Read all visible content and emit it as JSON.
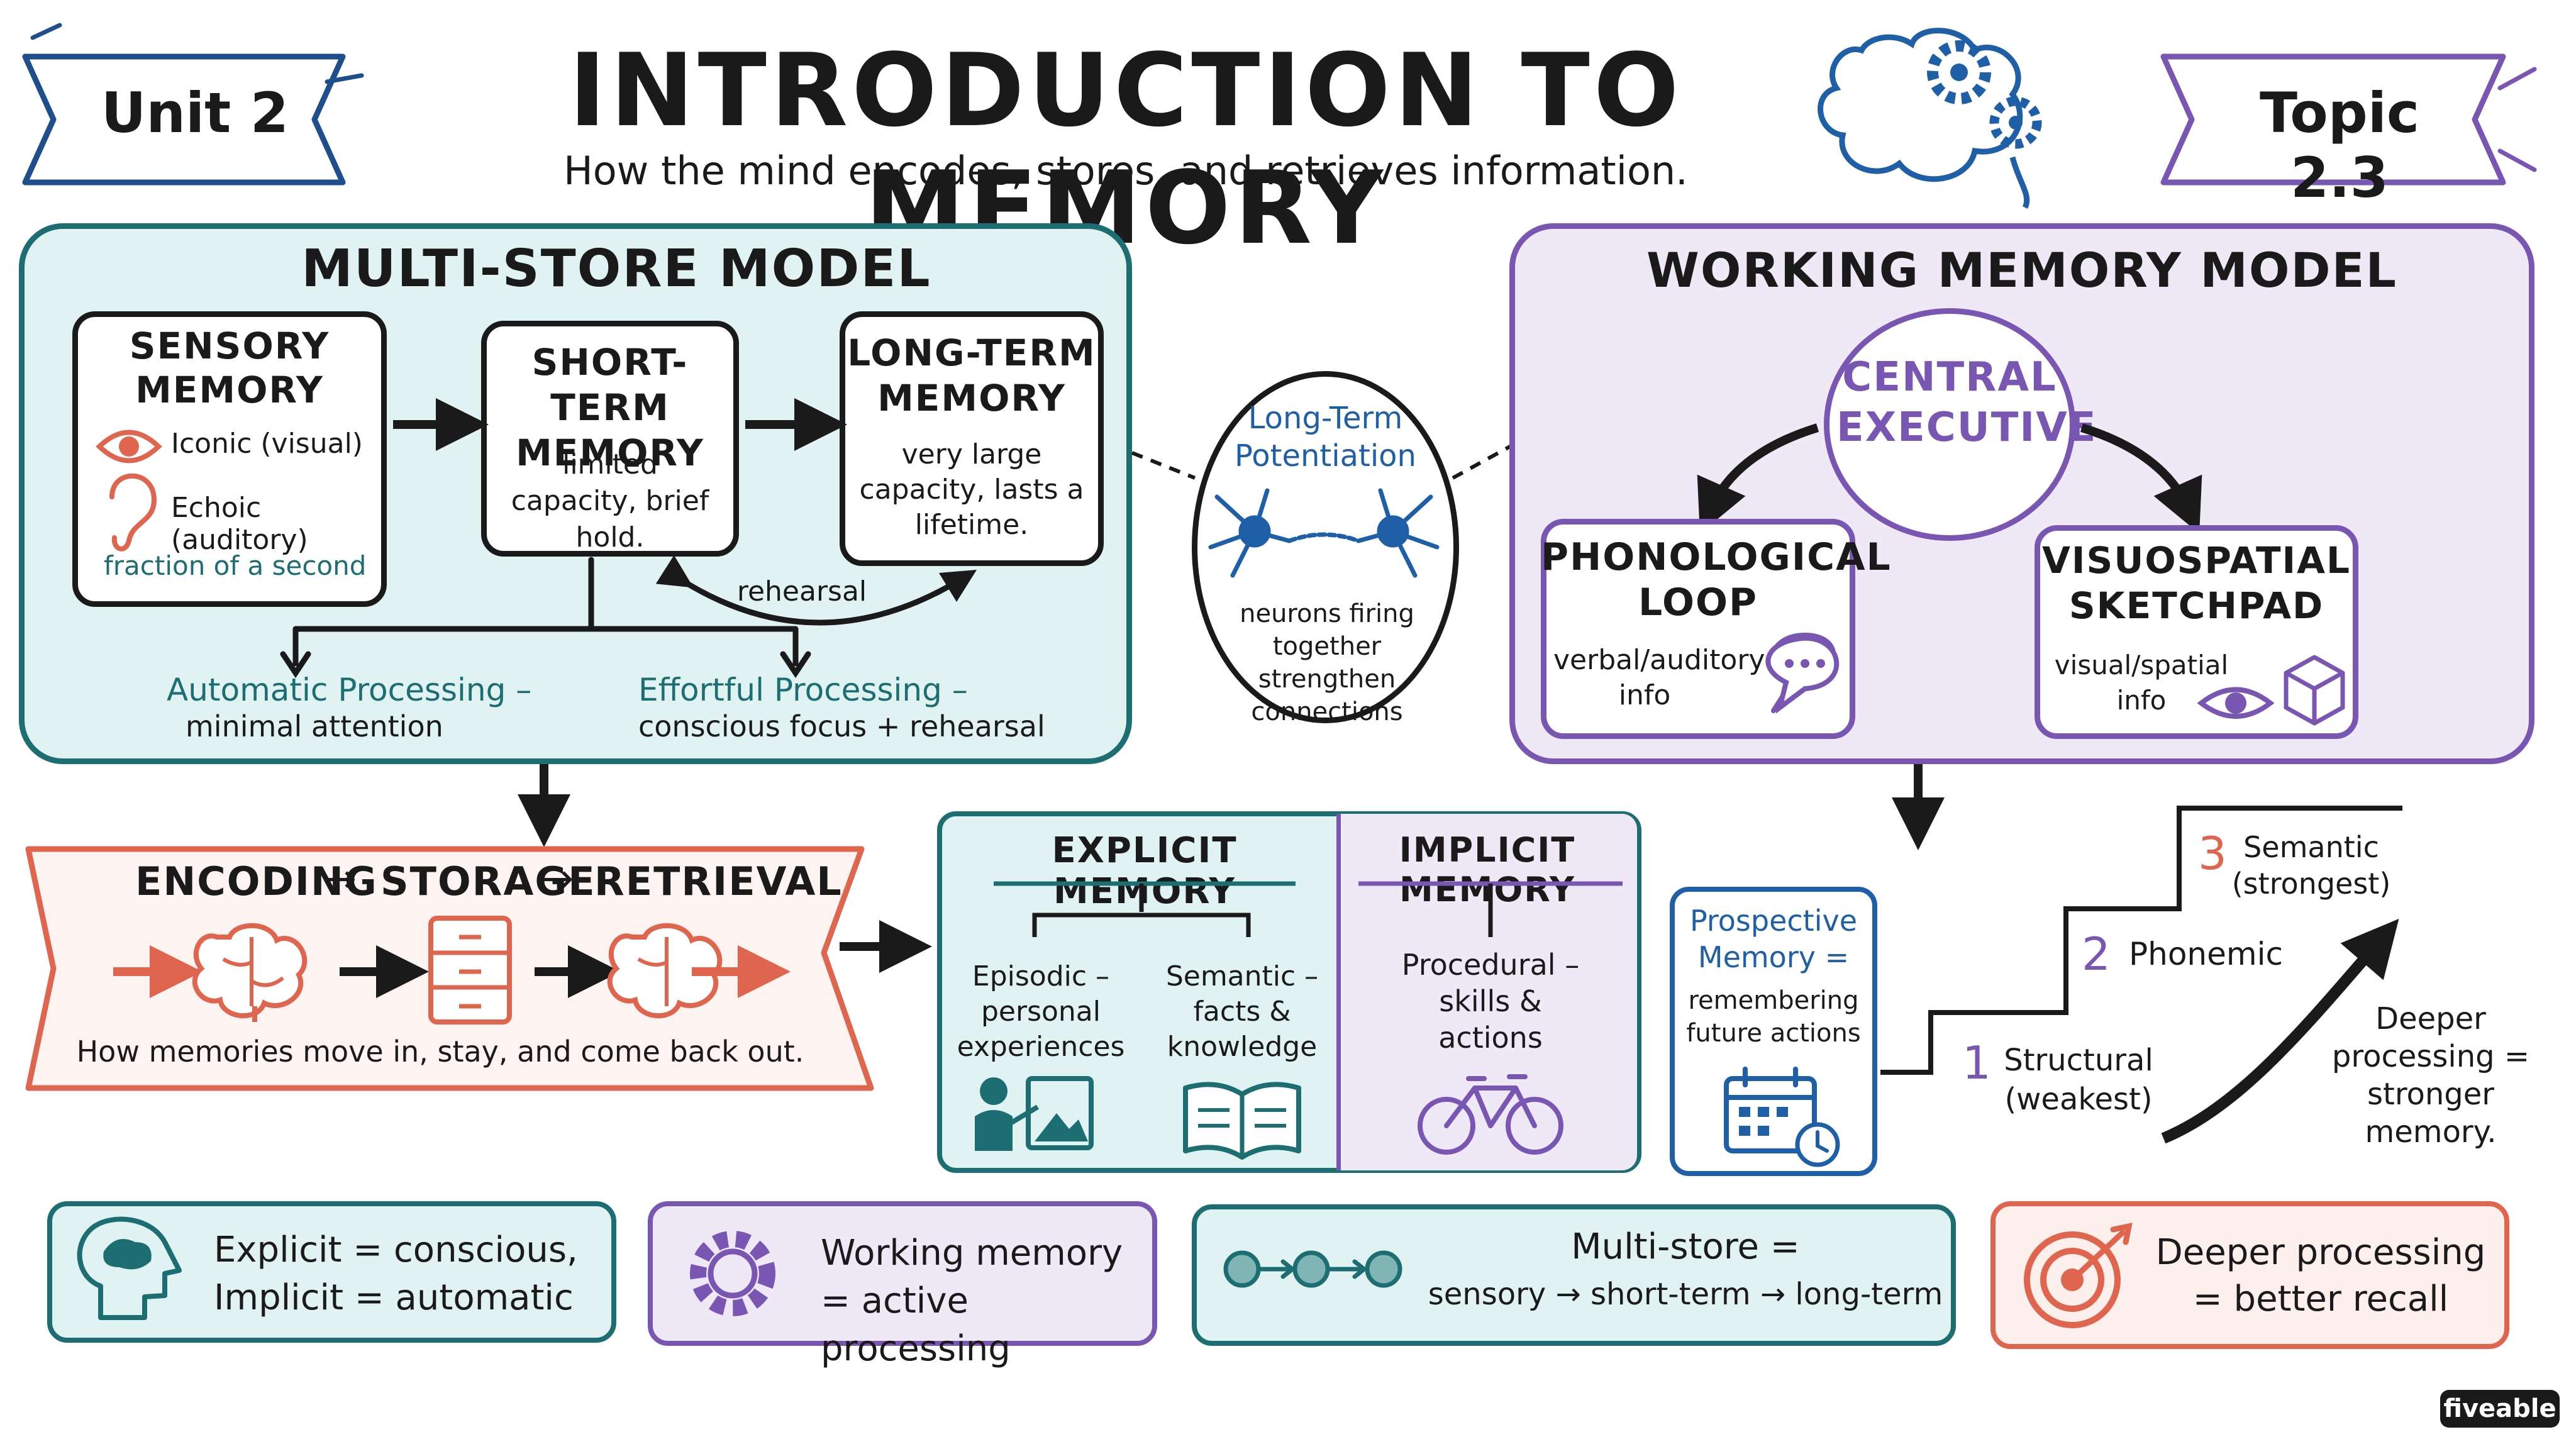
{
  "header": {
    "unit_label": "Unit 2",
    "title": "INTRODUCTION TO MEMORY",
    "subtitle": "How the mind encodes, stores, and retrieves information.",
    "topic_label": "Topic 2.3"
  },
  "multi_store": {
    "title": "MULTI-STORE MODEL",
    "sensory": {
      "title": "SENSORY MEMORY",
      "iconic": "Iconic (visual)",
      "echoic": "Echoic (auditory)",
      "duration": "fraction of a second"
    },
    "short_term": {
      "title": "SHORT-TERM MEMORY",
      "desc": "limited capacity, brief hold."
    },
    "long_term": {
      "title": "LONG-TERM MEMORY",
      "desc": "very large capacity, lasts a lifetime."
    },
    "rehearsal": "rehearsal",
    "automatic": {
      "title": "Automatic Processing –",
      "desc": "minimal attention"
    },
    "effortful": {
      "title": "Effortful Processing –",
      "desc": "conscious focus + rehearsal"
    }
  },
  "ltp": {
    "title": "Long-Term Potentiation",
    "desc": "neurons firing together strengthen connections"
  },
  "working_memory": {
    "title": "WORKING MEMORY MODEL",
    "central": "CENTRAL EXECUTIVE",
    "phonological": {
      "title": "PHONOLOGICAL LOOP",
      "desc": "verbal/auditory info"
    },
    "visuospatial": {
      "title": "VISUOSPATIAL SKETCHPAD",
      "desc": "visual/spatial info"
    }
  },
  "esr": {
    "encoding": "ENCODING",
    "storage": "STORAGE",
    "retrieval": "RETRIEVAL",
    "arrow": "→",
    "caption": "How memories move in, stay, and come back out."
  },
  "explicit": {
    "title": "EXPLICIT MEMORY",
    "episodic": "Episodic – personal experiences",
    "semantic": "Semantic – facts & knowledge"
  },
  "implicit": {
    "title": "IMPLICIT MEMORY",
    "procedural": "Procedural – skills & actions"
  },
  "prospective": {
    "title": "Prospective Memory =",
    "desc": "remembering future actions"
  },
  "levels": {
    "items": [
      {
        "num": "1",
        "label": "Structural (weakest)"
      },
      {
        "num": "2",
        "label": "Phonemic"
      },
      {
        "num": "3",
        "label": "Semantic (strongest)"
      }
    ],
    "note": "Deeper processing = stronger memory."
  },
  "summary": [
    {
      "text": "Explicit = conscious, Implicit = automatic"
    },
    {
      "text": "Working memory = active processing"
    },
    {
      "title": "Multi-store =",
      "text": "sensory → short-term → long-term"
    },
    {
      "text": "Deeper processing = better recall"
    }
  ],
  "brand": "fiveable",
  "colors": {
    "teal": "#1c6e72",
    "teal_fill": "#e1f2f2",
    "purple": "#7a56b3",
    "purple_fill": "#eee8f7",
    "coral": "#e0654f",
    "blue": "#1f5fa8",
    "navy": "#1e4e8c"
  }
}
